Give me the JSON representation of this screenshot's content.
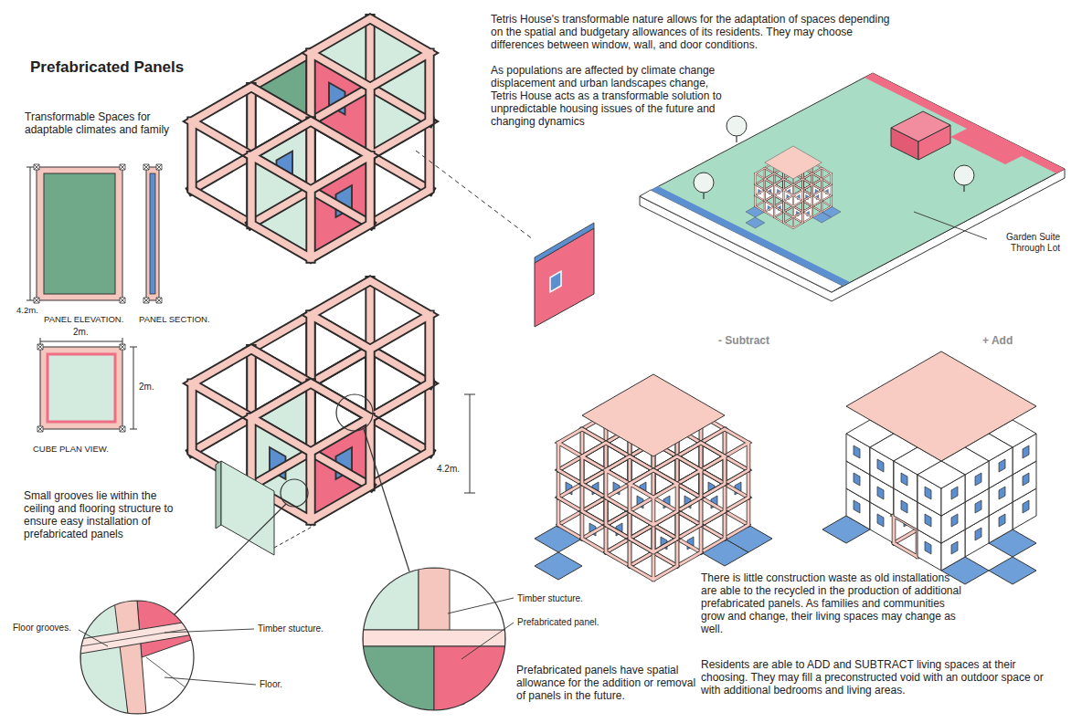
{
  "diagram": {
    "title": "Prefabricated Panels",
    "labels": [
      "Transformable Spaces for adaptable climates and family",
      "4.2m.",
      "PANEL ELEVATION.",
      "PANEL SECTION.",
      "2m.",
      "2m.",
      "CUBE PLAN VIEW.",
      "4.2m.",
      "Small grooves lie within the ceiling and flooring structure to ensure easy installation of prefabricated panels",
      "Floor grooves.",
      "Timber stucture.",
      "Floor.",
      "Timber stucture.",
      "Prefabricated panel.",
      "Prefabricated panels have spatial allowance for the addition or removal of panels in the future.",
      "Tetris House's transformable nature allows for the adaptation of spaces depending on the spatial and budgetary allowances of its residents. They may choose differences between window, wall, and door conditions.",
      "As populations are affected by climate change displacement and urban landscapes change, Tetris House acts as a transformable solution to unpredictable housing issues of the future and changing dynamics",
      "Garden Suite Through Lot",
      "- Subtract",
      "+ Add",
      "There is little construction waste as old installations are able to the recycled in the production of additional prefabricated panels. As families and communities grow and change, their living spaces may change as well.",
      "Residents are able to ADD and SUBTRACT living spaces at their choosing. They may fill a preconstructed void with an outdoor space or with additional bedrooms and living areas."
    ]
  }
}
